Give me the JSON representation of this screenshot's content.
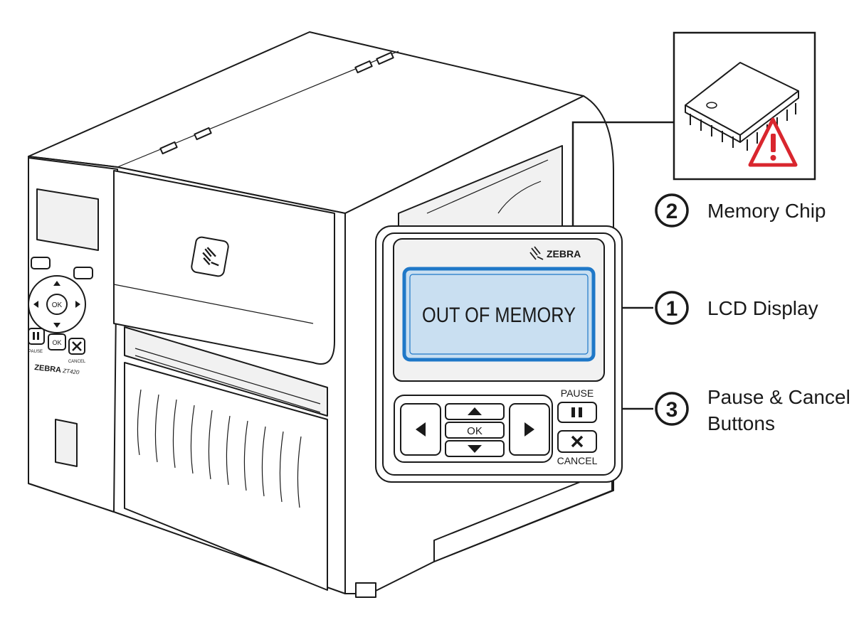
{
  "panel": {
    "brand": "ZEBRA",
    "lcd_message": "OUT OF MEMORY",
    "ok_label": "OK",
    "pause_label": "PAUSE",
    "cancel_label": "CANCEL"
  },
  "printer": {
    "brand": "ZEBRA",
    "model": "ZT420",
    "ok_label": "OK",
    "pause_label": "PAUSE",
    "cancel_label": "CANCEL"
  },
  "callouts": [
    {
      "number": "1",
      "text": "LCD Display"
    },
    {
      "number": "2",
      "text": "Memory Chip"
    },
    {
      "number": "3",
      "line1": "Pause & Cancel",
      "line2": "Buttons"
    }
  ],
  "colors": {
    "lcd_screen": "#c9dff1",
    "lcd_border": "#1f78c8",
    "warning_red": "#d9262e"
  },
  "icons": [
    "zebra-logo-icon",
    "memory-chip-icon",
    "warning-triangle-icon",
    "pause-icon",
    "cancel-x-icon",
    "arrow-up-icon",
    "arrow-down-icon",
    "arrow-left-icon",
    "arrow-right-icon"
  ]
}
